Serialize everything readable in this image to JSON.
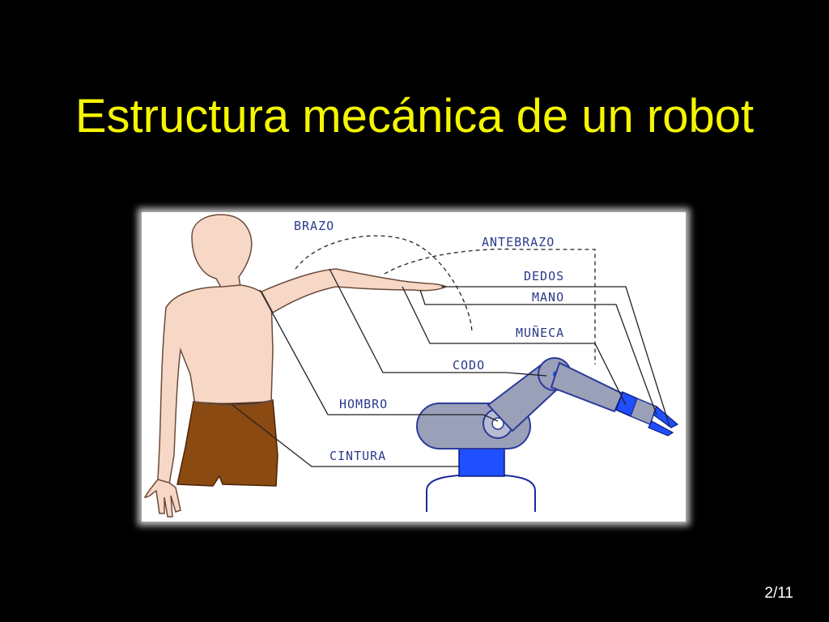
{
  "slide": {
    "title": "Estructura mecánica de un robot",
    "page_number": "2/11"
  },
  "diagram": {
    "labels": {
      "brazo": "BRAZO",
      "antebrazo": "ANTEBRAZO",
      "dedos": "DEDOS",
      "mano": "MANO",
      "muneca": "MUÑECA",
      "codo": "CODO",
      "hombro": "HOMBRO",
      "cintura": "CINTURA"
    },
    "colors": {
      "title": "#f5f500",
      "skin": "#f7d8c6",
      "trousers": "#8b4a12",
      "robot_body": "#9aa0b8",
      "robot_base": "#1f4fff",
      "label_text": "#2a3a8a"
    }
  }
}
